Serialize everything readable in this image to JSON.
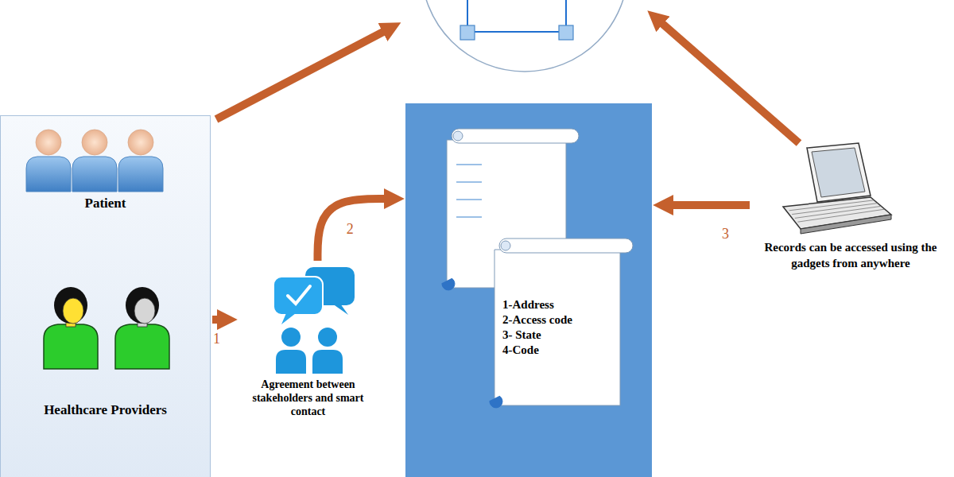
{
  "diagram": {
    "nodes": [
      {
        "text": [
          "Patient",
          "Healthcare Providers"
        ]
      },
      {
        "text": [
          "Agreement between stakeholders and smart contact"
        ]
      },
      {
        "text": [
          "1-Address",
          "2-Access code",
          "3- State",
          "4-Code"
        ]
      },
      {
        "text": [
          "Records can be accessed using the gadgets from anywhere"
        ]
      }
    ],
    "edges": [
      {
        "from": 0,
        "to": 1,
        "arrow": "to",
        "label": "1"
      },
      {
        "from": 1,
        "to": 2,
        "arrow": "to",
        "label": "2"
      },
      {
        "from": 3,
        "to": 2,
        "arrow": "to",
        "label": "3"
      }
    ]
  }
}
